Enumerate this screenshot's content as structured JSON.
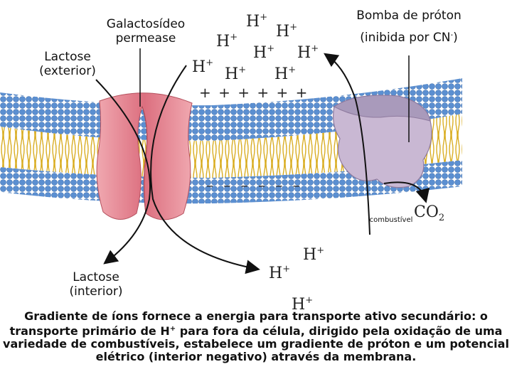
{
  "labels": {
    "permease": [
      "Galactosídeo",
      "permease"
    ],
    "lactose_out": [
      "Lactose",
      "(exterior)"
    ],
    "lactose_in": [
      "Lactose",
      "(interior)"
    ],
    "pump_title": "Bomba de próton",
    "pump_inhib_prefix": "(inibida por CN",
    "pump_inhib_sup": "-",
    "pump_inhib_suffix": ")",
    "fuel": "combustível",
    "co2": "CO",
    "co2_sub": "2"
  },
  "ions": {
    "h_symbol": "H",
    "h_charge": "+",
    "outside_plus": "+ + + + + +",
    "inside_minus": "– – – – – –"
  },
  "caption": {
    "line1": "Gradiente de íons fornece a energia para transporte ativo secundário: o",
    "line2_prefix": "transporte primário de H",
    "line2_sup": "+",
    "line2_suffix": " para fora da célula, dirigido pela oxidação de uma",
    "line3": "variedade de combustíveis, estabelece um gradiente de próton e um potencial",
    "line4": "elétrico (interior negativo) através da membrana."
  },
  "colors": {
    "lipid_head": "#5b8fd1",
    "lipid_tail": "#e6c23a",
    "permease": "#e07f8c",
    "pump": "#c8b7d2"
  }
}
